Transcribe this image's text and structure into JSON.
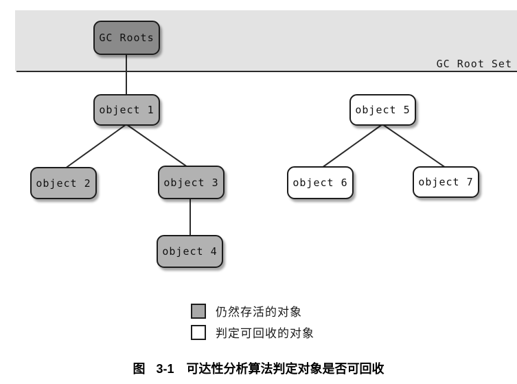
{
  "diagram": {
    "region_label": "GC Root Set",
    "nodes": [
      {
        "id": "gc-roots",
        "label": "GC Roots",
        "kind": "root"
      },
      {
        "id": "object-1",
        "label": "object 1",
        "kind": "alive"
      },
      {
        "id": "object-2",
        "label": "object 2",
        "kind": "alive"
      },
      {
        "id": "object-3",
        "label": "object 3",
        "kind": "alive"
      },
      {
        "id": "object-4",
        "label": "object 4",
        "kind": "alive"
      },
      {
        "id": "object-5",
        "label": "object 5",
        "kind": "collectable"
      },
      {
        "id": "object-6",
        "label": "object 6",
        "kind": "collectable"
      },
      {
        "id": "object-7",
        "label": "object 7",
        "kind": "collectable"
      }
    ],
    "edges": [
      {
        "from": "gc-roots",
        "to": "object-1"
      },
      {
        "from": "object-1",
        "to": "object-2"
      },
      {
        "from": "object-1",
        "to": "object-3"
      },
      {
        "from": "object-3",
        "to": "object-4"
      },
      {
        "from": "object-5",
        "to": "object-6"
      },
      {
        "from": "object-5",
        "to": "object-7"
      }
    ],
    "colors": {
      "root_node": "#8a8a8a",
      "alive_node": "#b2b2b2",
      "collectable_node": "#ffffff",
      "root_band": "#e3e3e3",
      "edge": "#2a2a2a"
    }
  },
  "legend": {
    "items": [
      {
        "swatch": "alive",
        "label": "仍然存活的对象"
      },
      {
        "swatch": "collectable",
        "label": "判定可回收的对象"
      }
    ]
  },
  "caption": {
    "prefix": "图",
    "number": "3-1",
    "title": "可达性分析算法判定对象是否可回收"
  }
}
